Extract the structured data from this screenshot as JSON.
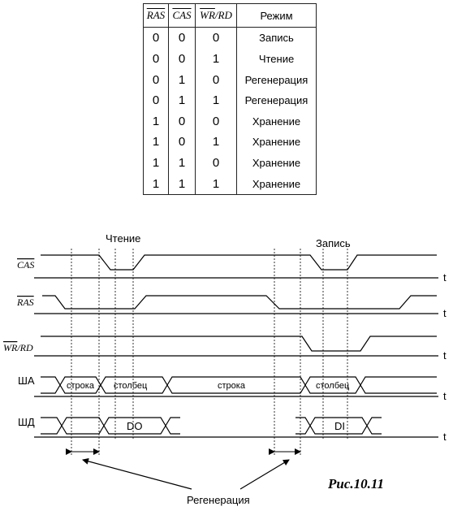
{
  "table": {
    "headers": {
      "ras": "RAS",
      "cas": "CAS",
      "wr": "WR",
      "rd": "RD",
      "mode": "Режим"
    },
    "rows": [
      [
        "0",
        "0",
        "0",
        "Запись"
      ],
      [
        "0",
        "0",
        "1",
        "Чтение"
      ],
      [
        "0",
        "1",
        "0",
        "Регенерация"
      ],
      [
        "0",
        "1",
        "1",
        "Регенерация"
      ],
      [
        "1",
        "0",
        "0",
        "Хранение"
      ],
      [
        "1",
        "0",
        "1",
        "Хранение"
      ],
      [
        "1",
        "1",
        "0",
        "Хранение"
      ],
      [
        "1",
        "1",
        "1",
        "Хранение"
      ]
    ]
  },
  "timing": {
    "phase_read": "Чтение",
    "phase_write": "Запись",
    "signals": {
      "cas": "CAS",
      "ras": "RAS",
      "wr": "WR",
      "rd": "RD",
      "sha": "ША",
      "shd": "ШД"
    },
    "time_axis": "t",
    "bus_labels": {
      "row1": "строка",
      "col1": "столбец",
      "row2": "строка",
      "col2": "столбец",
      "do": "DO",
      "di": "DI"
    },
    "regen_label": "Регенерация"
  },
  "figure_caption": "Рис.10.11"
}
